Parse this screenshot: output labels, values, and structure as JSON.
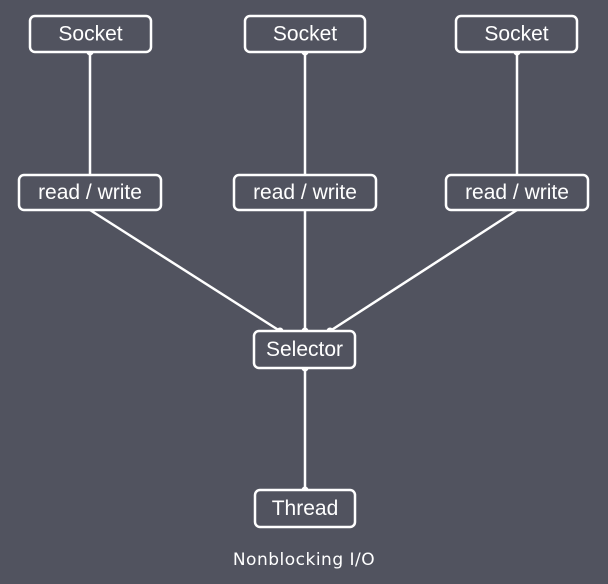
{
  "diagram": {
    "sockets": [
      "Socket",
      "Socket",
      "Socket"
    ],
    "read_write": [
      "read / write",
      "read / write",
      "read / write"
    ],
    "selector": "Selector",
    "thread": "Thread",
    "caption": "Nonblocking I/O"
  },
  "colors": {
    "background": "#51535f",
    "stroke": "#ffffff",
    "text": "#ffffff"
  }
}
